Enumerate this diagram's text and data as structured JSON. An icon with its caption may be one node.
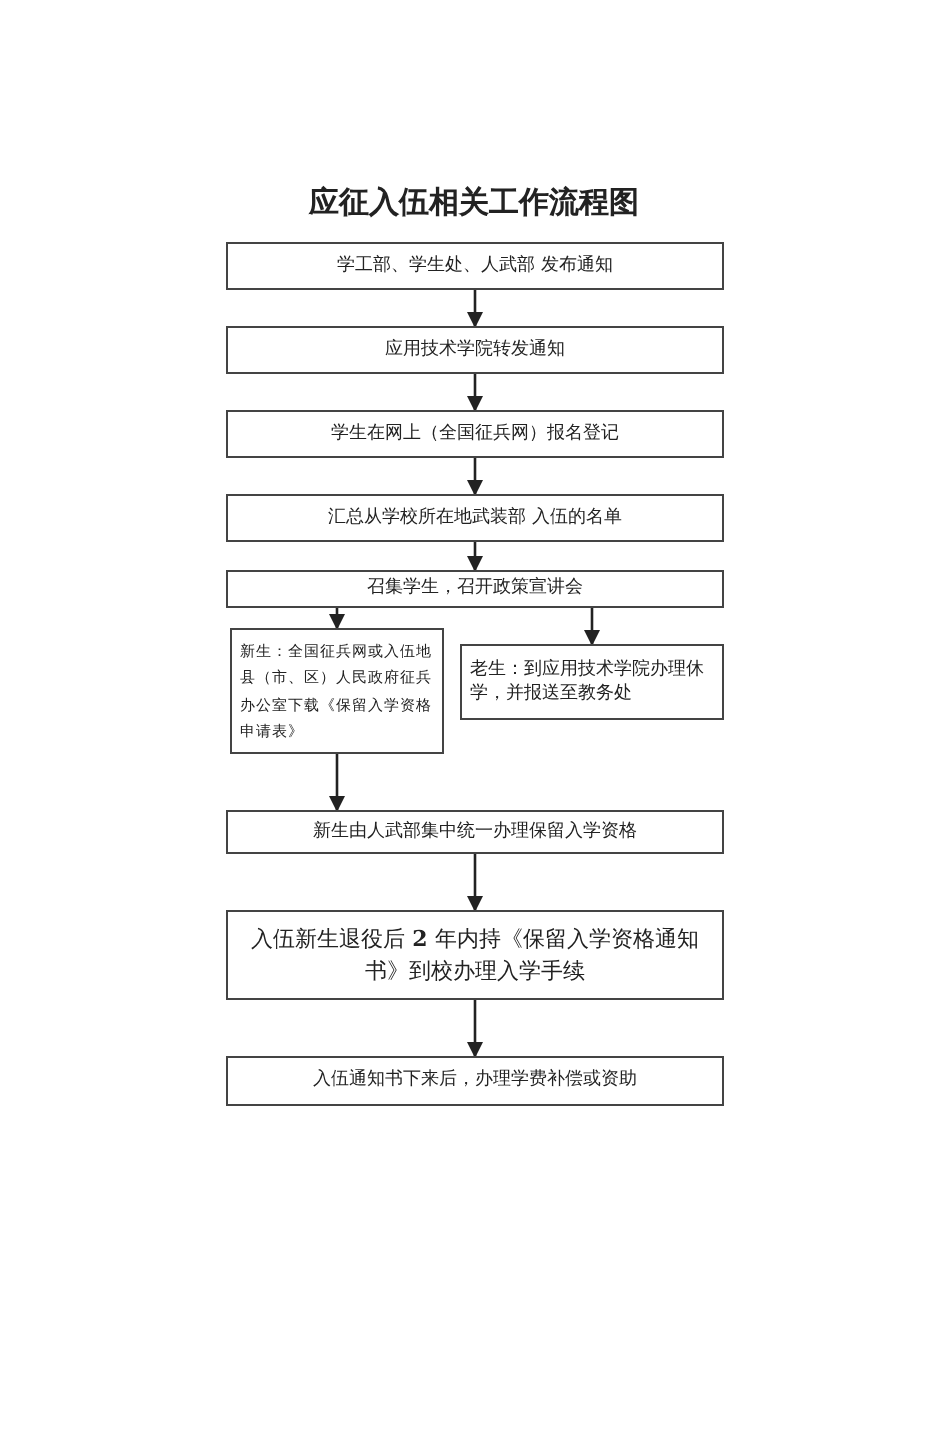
{
  "diagram": {
    "title": "应征入伍相关工作流程图",
    "nodes": [
      {
        "text": [
          "学工部、学生处、人武部 发布通知"
        ]
      },
      {
        "text": [
          "应用技术学院转发通知"
        ]
      },
      {
        "text": [
          "学生在网上（全国征兵网）报名登记"
        ]
      },
      {
        "text": [
          "汇总从学校所在地武装部 入伍的名单"
        ]
      },
      {
        "text": [
          "召集学生，召开政策宣讲会"
        ]
      },
      {
        "text": [
          "新生：全国征兵网或入伍地县（市、区）人民政府征兵办公室下载《保留入学资格申请表》"
        ]
      },
      {
        "text": [
          "老生：到应用技术学院办理休学，并报送至教务处"
        ]
      },
      {
        "text": [
          "新生由人武部集中统一办理保留入学资格"
        ]
      },
      {
        "text": [
          "入伍新生退役后 **2** 年内持《保留入学资格通知书》到校办理入学手续"
        ]
      },
      {
        "text": [
          "入伍通知书下来后，办理学费补偿或资助"
        ]
      }
    ],
    "edges": [
      {
        "from": 0,
        "to": 1,
        "arrow": "to"
      },
      {
        "from": 1,
        "to": 2,
        "arrow": "to"
      },
      {
        "from": 2,
        "to": 3,
        "arrow": "to"
      },
      {
        "from": 3,
        "to": 4,
        "arrow": "to"
      },
      {
        "from": 4,
        "to": 5,
        "arrow": "to"
      },
      {
        "from": 4,
        "to": 6,
        "arrow": "to"
      },
      {
        "from": 5,
        "to": 7,
        "arrow": "to"
      },
      {
        "from": 7,
        "to": 8,
        "arrow": "to"
      },
      {
        "from": 8,
        "to": 9,
        "arrow": "to"
      }
    ]
  }
}
